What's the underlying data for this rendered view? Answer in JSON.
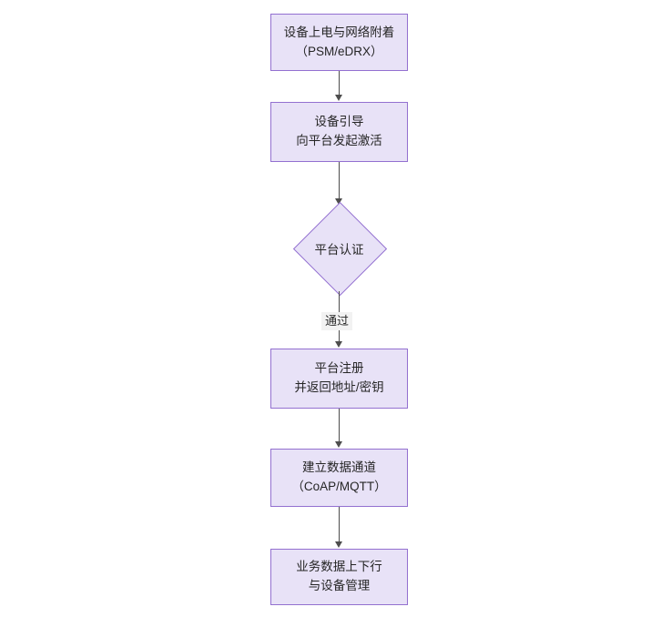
{
  "diagram": {
    "type": "flowchart",
    "orientation": "vertical",
    "background_color": "#ffffff",
    "node_fill_color": "#e8e2f7",
    "node_border_color": "#9370d0",
    "connector_color": "#4d4d4d",
    "text_color": "#262626",
    "nodes": [
      {
        "id": "n1",
        "shape": "rectangle",
        "lines": [
          "设备上电与网络附着",
          "（PSM/eDRX）"
        ]
      },
      {
        "id": "n2",
        "shape": "rectangle",
        "lines": [
          "设备引导",
          "向平台发起激活"
        ]
      },
      {
        "id": "n3",
        "shape": "diamond",
        "lines": [
          "平台认证"
        ]
      },
      {
        "id": "n4",
        "shape": "rectangle",
        "lines": [
          "平台注册",
          "并返回地址/密钥"
        ]
      },
      {
        "id": "n5",
        "shape": "rectangle",
        "lines": [
          "建立数据通道",
          "（CoAP/MQTT）"
        ]
      },
      {
        "id": "n6",
        "shape": "rectangle",
        "lines": [
          "业务数据上下行",
          "与设备管理"
        ]
      }
    ],
    "edges": [
      {
        "from": "n1",
        "to": "n2",
        "label": ""
      },
      {
        "from": "n2",
        "to": "n3",
        "label": ""
      },
      {
        "from": "n3",
        "to": "n4",
        "label": "通过"
      },
      {
        "from": "n4",
        "to": "n5",
        "label": ""
      },
      {
        "from": "n5",
        "to": "n6",
        "label": ""
      }
    ]
  }
}
